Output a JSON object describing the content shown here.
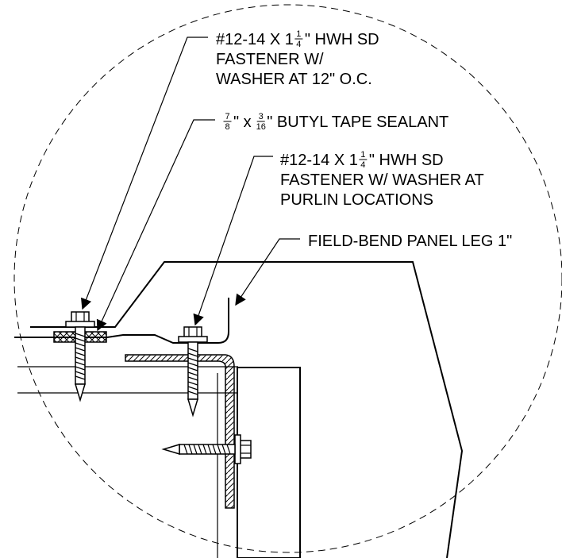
{
  "callouts": [
    {
      "lines": [
        {
          "parts": [
            {
              "t": "#12-14 X 1"
            },
            {
              "num": "1",
              "den": "4"
            },
            {
              "t": "\" HWH SD"
            }
          ]
        },
        {
          "parts": [
            {
              "t": "FASTENER W/"
            }
          ]
        },
        {
          "parts": [
            {
              "t": "WASHER AT 12\" O.C."
            }
          ]
        }
      ]
    },
    {
      "lines": [
        {
          "parts": [
            {
              "num": "7",
              "den": "8"
            },
            {
              "t": "\" x "
            },
            {
              "num": "3",
              "den": "16"
            },
            {
              "t": "\" BUTYL TAPE SEALANT"
            }
          ]
        }
      ]
    },
    {
      "lines": [
        {
          "parts": [
            {
              "t": "#12-14 X 1"
            },
            {
              "num": "1",
              "den": "4"
            },
            {
              "t": "\" HWH SD"
            }
          ]
        },
        {
          "parts": [
            {
              "t": "FASTENER W/ WASHER AT"
            }
          ]
        },
        {
          "parts": [
            {
              "t": "PURLIN LOCATIONS"
            }
          ]
        }
      ]
    },
    {
      "lines": [
        {
          "parts": [
            {
              "t": "FIELD-BEND PANEL LEG 1\""
            }
          ]
        }
      ]
    }
  ]
}
